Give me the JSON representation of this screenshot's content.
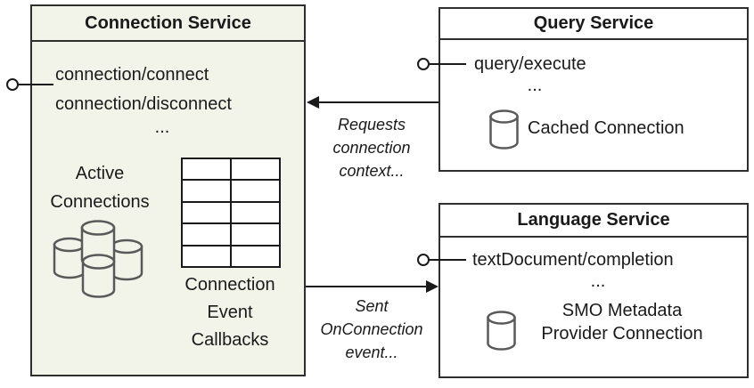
{
  "colors": {
    "connection_box_fill": "#f2f4ea",
    "service_box_fill": "#ffffff",
    "border": "#2f2f2f",
    "text": "#1a1a1a",
    "icon_stroke": "#595959"
  },
  "connection_service": {
    "title": "Connection Service",
    "methods": [
      "connection/connect",
      "connection/disconnect"
    ],
    "ellipsis": "...",
    "active_connections_label": "Active\nConnections",
    "callbacks_label": "Connection\nEvent\nCallbacks"
  },
  "query_service": {
    "title": "Query Service",
    "methods": [
      "query/execute"
    ],
    "ellipsis": "...",
    "cached_connection_label": "Cached Connection"
  },
  "language_service": {
    "title": "Language Service",
    "methods": [
      "textDocument/completion"
    ],
    "ellipsis": "...",
    "smo_metadata_label": "SMO Metadata\nProvider Connection"
  },
  "arrows": {
    "requests_label": "Requests\nconnection\ncontext...",
    "sent_label": "Sent\nOnConnection\nevent..."
  }
}
